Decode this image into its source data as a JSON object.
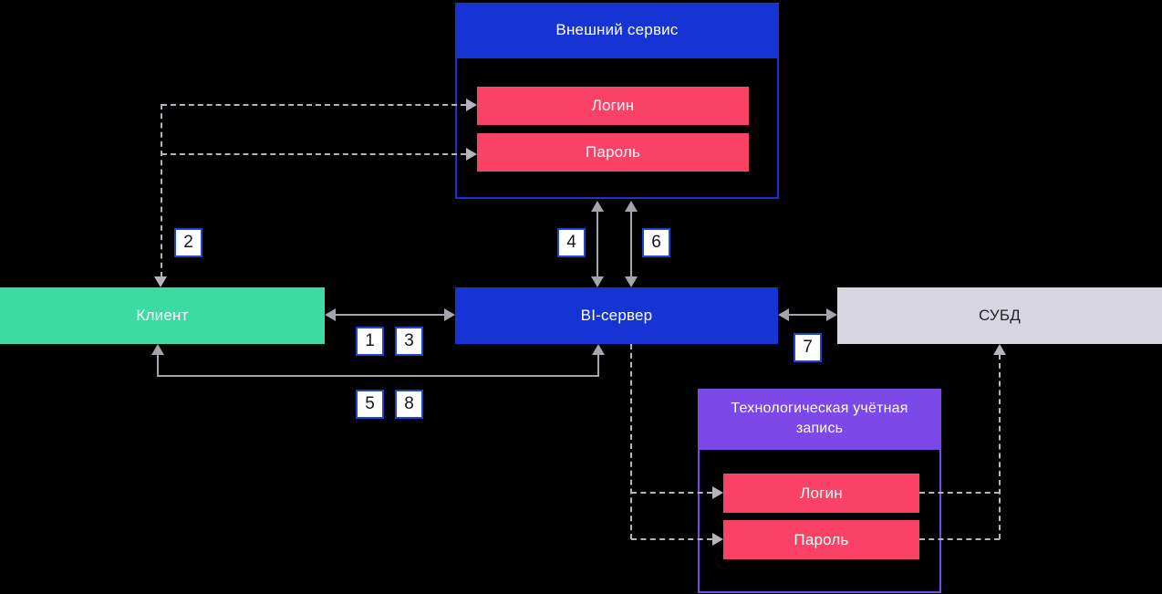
{
  "nodes": {
    "external_service": {
      "title": "Внешний сервис",
      "login": "Логин",
      "password": "Пароль"
    },
    "client": {
      "label": "Клиент"
    },
    "bi_server": {
      "label": "BI-сервер"
    },
    "dbms": {
      "label": "СУБД"
    },
    "tech_account": {
      "title": "Технологическая учётная запись",
      "login": "Логин",
      "password": "Пароль"
    }
  },
  "steps": {
    "step1": "1",
    "step2": "2",
    "step3": "3",
    "step4": "4",
    "step5": "5",
    "step6": "6",
    "step7": "7",
    "step8": "8"
  },
  "colors": {
    "background": "#000000",
    "primary_blue": "#1634D4",
    "green": "#3CDBA4",
    "pink": "#FA4166",
    "purple": "#7C48E8",
    "gray_box": "#D8D6DF",
    "arrow_solid": "#A4A4AE",
    "arrow_dashed": "#B4B4BE",
    "badge_border": "#1B44D8"
  }
}
